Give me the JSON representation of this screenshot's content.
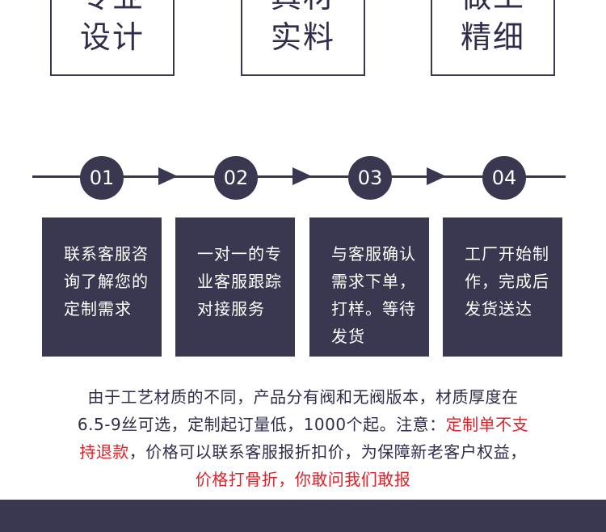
{
  "features": [
    {
      "top": "专业",
      "bottom": "设计"
    },
    {
      "top": "真材",
      "bottom": "实料"
    },
    {
      "top": "做工",
      "bottom": "精细"
    }
  ],
  "steps": [
    {
      "number": "01",
      "lines": [
        "联系客服咨",
        "询了解您的",
        "定制需求"
      ]
    },
    {
      "number": "02",
      "lines": [
        "一对一的专",
        "业客服跟踪",
        "对接服务"
      ]
    },
    {
      "number": "03",
      "lines": [
        "与客服确认",
        "需求下单，",
        "打样。等待",
        "发货"
      ]
    },
    {
      "number": "04",
      "lines": [
        "工厂开始制",
        "作，完成后",
        "发货送达"
      ]
    }
  ],
  "notice": {
    "line1": "由于工艺材质的不同，产品分有阀和无阀版本，材质厚度在",
    "line2_normal": "6.5-9丝可选，定制起订量低，1000个起。注意：",
    "line2_red": "定制单不支",
    "line3_red": "持退款",
    "line3_normal": "，价格可以联系客服报折扣价，为保障新老客户权益，",
    "line4_red": "价格打骨折，你敢问我们敢报"
  },
  "colors": {
    "primary": "#3a3850",
    "accent": "#d9242b"
  }
}
